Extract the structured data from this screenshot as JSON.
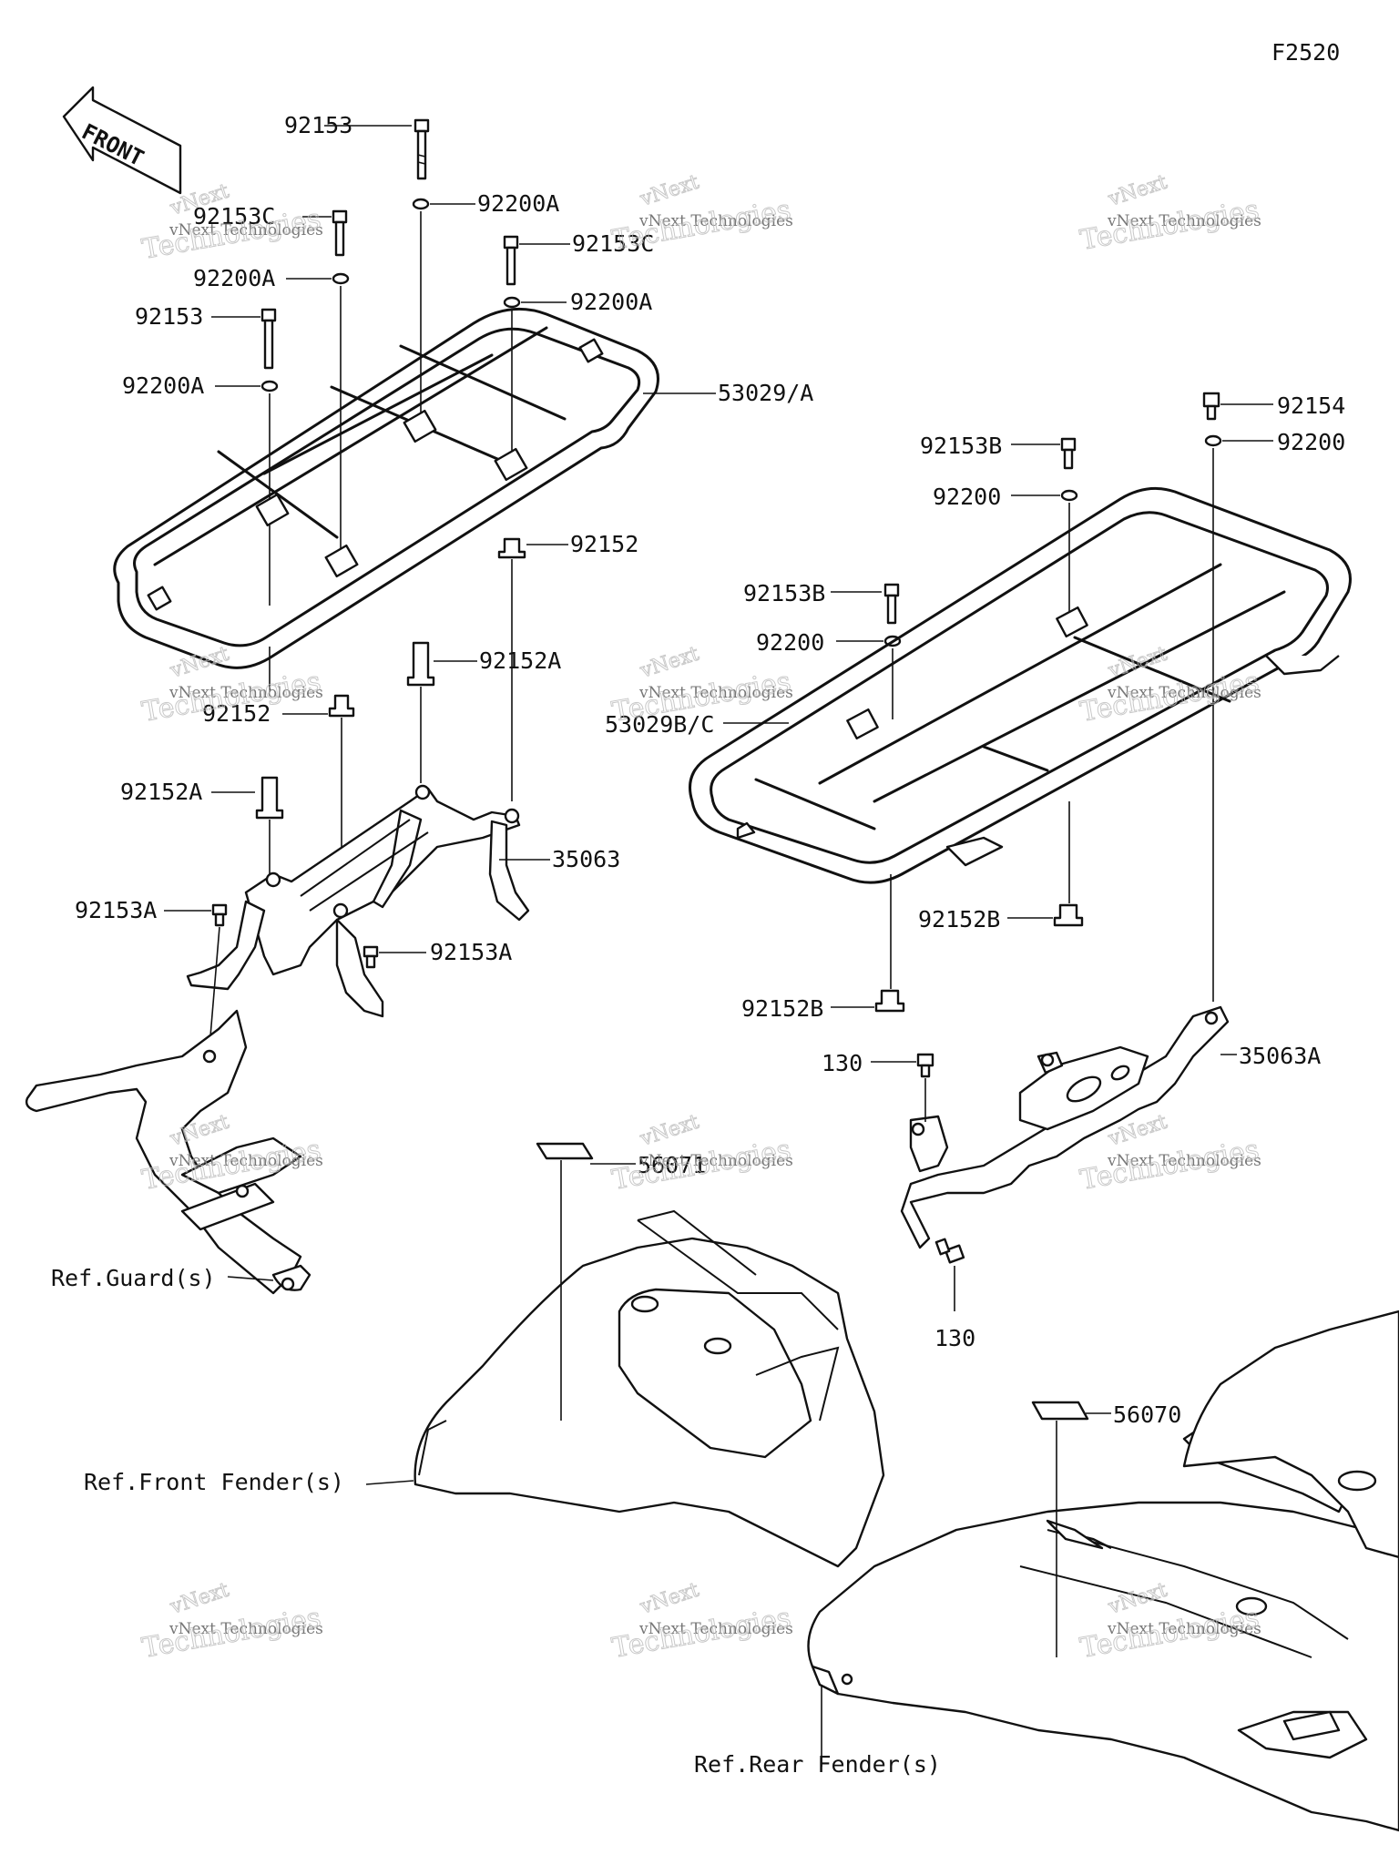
{
  "diagram_id": "F2520",
  "front_arrow_text": "FRONT",
  "watermark": {
    "brand": "vNext",
    "line1": "vNext Technologies",
    "line2": "Technologies"
  },
  "labels": {
    "p92153_top": "92153",
    "p92200A_top": "92200A",
    "p92153C_left": "92153C",
    "p92200A_left": "92200A",
    "p92153C_mid": "92153C",
    "p92200A_mid": "92200A",
    "p92153_left": "92153",
    "p92200A_left2": "92200A",
    "p53029A": "53029/A",
    "p92152_right": "92152",
    "p92152A_mid": "92152A",
    "p92152_left": "92152",
    "p92152A_left": "92152A",
    "p35063": "35063",
    "p92153A_left": "92153A",
    "p92153A_mid": "92153A",
    "p92154": "92154",
    "p92200_r1": "92200",
    "p92153B_r": "92153B",
    "p92200_r2": "92200",
    "p92153B_l": "92153B",
    "p92200_r3": "92200",
    "p53029BC": "53029B/C",
    "p92152B_r": "92152B",
    "p92152B_l": "92152B",
    "p130_top": "130",
    "p35063A": "35063A",
    "p130_bottom": "130",
    "p56071": "56071",
    "p56070": "56070",
    "ref_guard": "Ref.Guard(s)",
    "ref_front_fender": "Ref.Front Fender(s)",
    "ref_rear_fender": "Ref.Rear Fender(s)"
  }
}
